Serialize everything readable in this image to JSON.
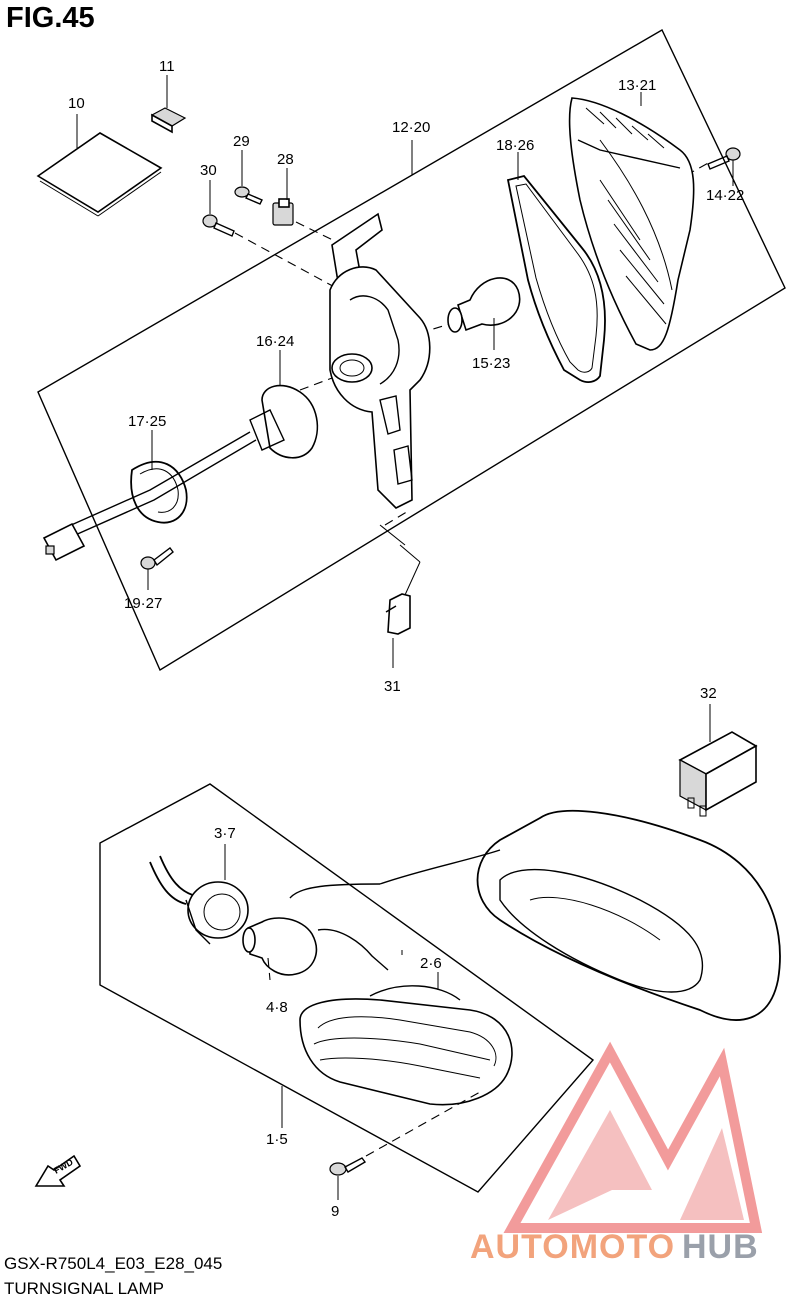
{
  "figure_label": "FIG.45",
  "footer": {
    "code": "GSX-R750L4_E03_E28_045",
    "title": "TURNSIGNAL LAMP"
  },
  "callouts": {
    "p10": "10",
    "p11": "11",
    "p29": "29",
    "p28": "28",
    "p30": "30",
    "p12_20": "12·20",
    "p18_26": "18·26",
    "p13_21": "13·21",
    "p14_22": "14·22",
    "p16_24": "16·24",
    "p15_23": "15·23",
    "p17_25": "17·25",
    "p19_27": "19·27",
    "p31": "31",
    "p32": "32",
    "p3_7": "3·7",
    "p2_6": "2·6",
    "p4_8": "4·8",
    "p1_5": "1·5",
    "p9": "9"
  },
  "fwd_label": "FWD",
  "watermark": {
    "part1": "AUTOMOTO",
    "part2": "HUB",
    "color1": "#f2a37c",
    "color2": "#9aa0aa",
    "logo_color": "#f08a8a"
  }
}
